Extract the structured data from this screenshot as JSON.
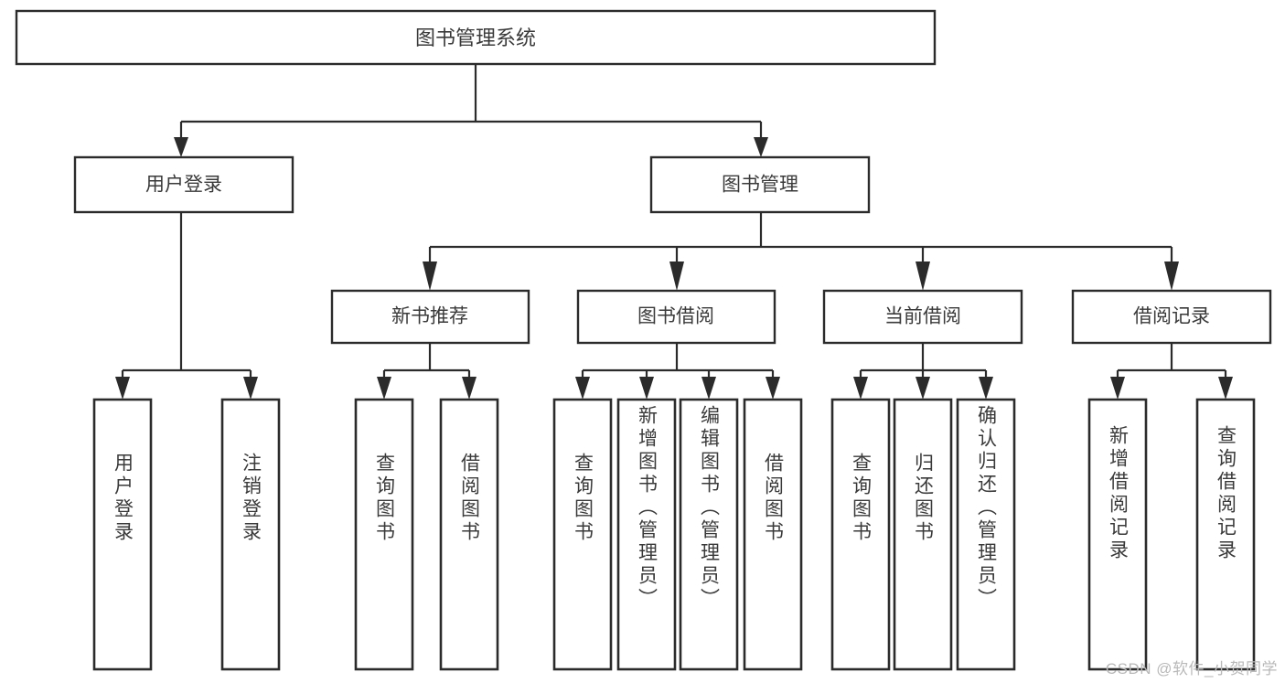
{
  "diagram": {
    "type": "tree-hierarchy-chart",
    "title": "图书管理系统",
    "orientation": "top-down",
    "colors": {
      "box_stroke": "#2b2b2b",
      "box_fill": "#ffffff",
      "text": "#3a3a3a",
      "connector": "#2b2b2b",
      "background": "#ffffff",
      "watermark": "#b9b9b9"
    },
    "root": {
      "label": "图书管理系统"
    },
    "level2": [
      {
        "label": "用户登录"
      },
      {
        "label": "图书管理"
      }
    ],
    "level3": [
      {
        "label": "新书推荐"
      },
      {
        "label": "图书借阅"
      },
      {
        "label": "当前借阅"
      },
      {
        "label": "借阅记录"
      }
    ],
    "leaves": {
      "user_login": [
        {
          "label": "用户登录"
        },
        {
          "label": "注销登录"
        }
      ],
      "new_book_recommend": [
        {
          "label": "查询图书"
        },
        {
          "label": "借阅图书"
        }
      ],
      "book_borrow": [
        {
          "label": "查询图书"
        },
        {
          "label": "新增图书（管理员）"
        },
        {
          "label": "编辑图书（管理员）"
        },
        {
          "label": "借阅图书"
        }
      ],
      "current_borrow": [
        {
          "label": "查询图书"
        },
        {
          "label": "归还图书"
        },
        {
          "label": "确认归还（管理员）"
        }
      ],
      "borrow_records": [
        {
          "label": "新增借阅记录"
        },
        {
          "label": "查询借阅记录"
        }
      ]
    }
  },
  "watermark": {
    "text": "CSDN @软件_小贺同学"
  }
}
